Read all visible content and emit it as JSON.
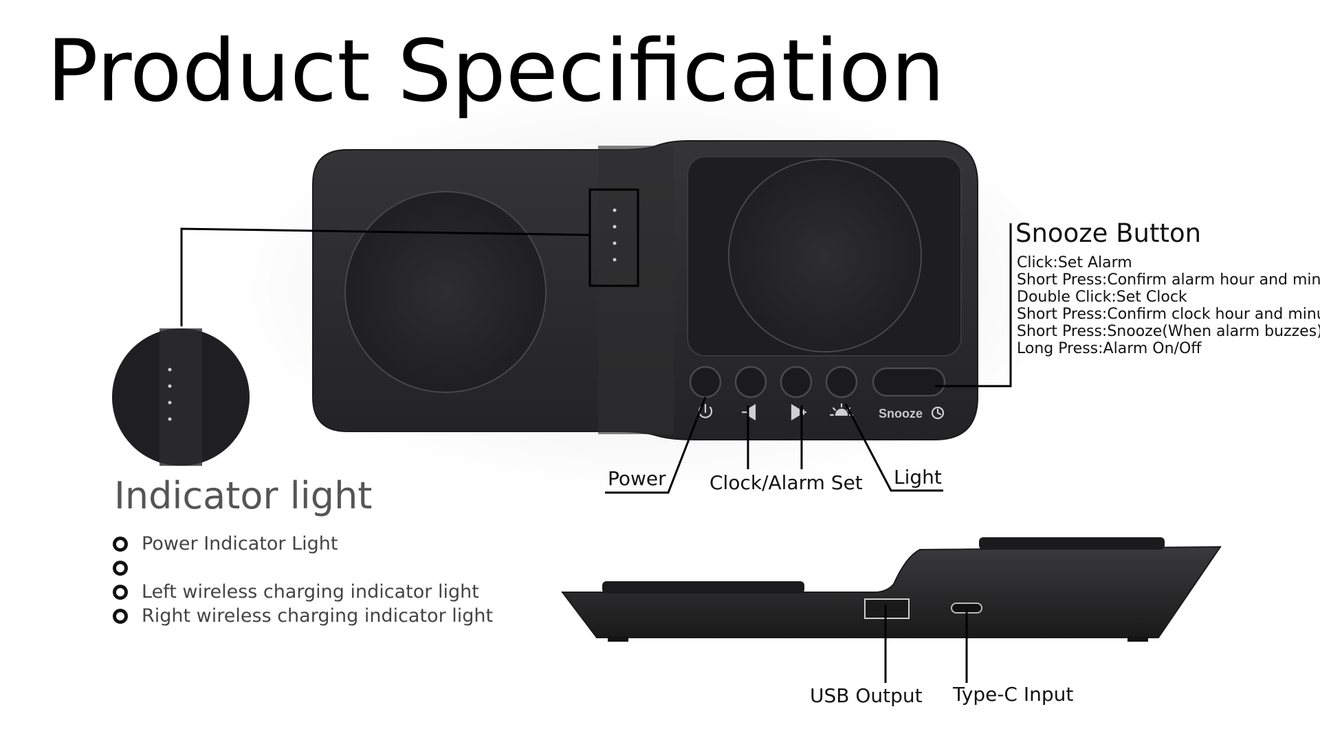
{
  "title": "Product Specification",
  "snooze": {
    "title": "Snooze Button",
    "items": [
      "Click:Set Alarm",
      "Short Press:Confirm alarm hour and minute",
      "Double Click:Set Clock",
      "Short Press:Confirm clock hour and minute",
      "Short Press:Snooze(When alarm buzzes)",
      "Long Press:Alarm On/Off"
    ]
  },
  "buttons": {
    "power": "Power",
    "clock_alarm": "Clock/Alarm Set",
    "light": "Light",
    "snooze_label": "Snooze"
  },
  "indicator": {
    "title": "Indicator light",
    "items": [
      "Power Indicator Light",
      "",
      "Left wireless charging indicator light",
      "Right wireless charging indicator light"
    ]
  },
  "ports": {
    "usb": "USB Output",
    "typec": "Type-C Input"
  },
  "colors": {
    "device": "#2a2a2c",
    "device_dark": "#1c1c1e",
    "ring": "#444448",
    "text": "#111111",
    "muted": "#555555"
  },
  "icons": [
    "power-icon",
    "volume-down-icon",
    "volume-up-icon",
    "light-icon",
    "alarm-clock-icon"
  ]
}
